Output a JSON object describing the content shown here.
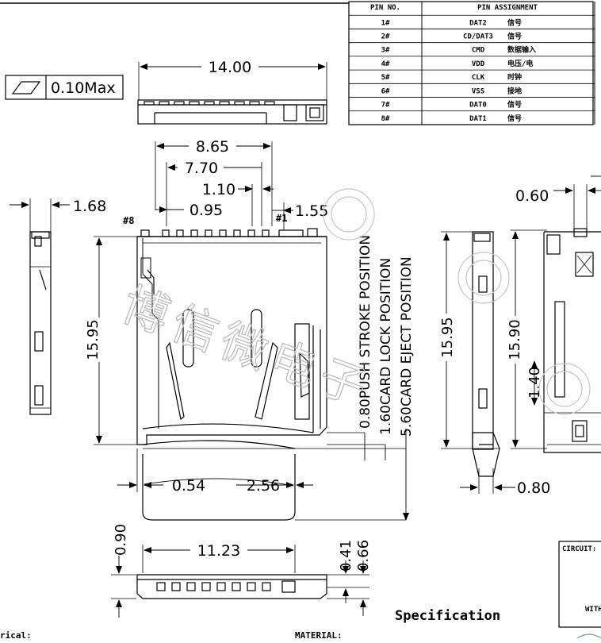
{
  "pin_table": {
    "header": [
      "PIN NO.",
      "PIN ASSIGNMENT"
    ],
    "rows": [
      {
        "no": "1#",
        "signal": "DAT2",
        "desc": "信号"
      },
      {
        "no": "2#",
        "signal": "CD/DAT3",
        "desc": "信号"
      },
      {
        "no": "3#",
        "signal": "CMD",
        "desc": "数据输入"
      },
      {
        "no": "4#",
        "signal": "VDD",
        "desc": "电压/电"
      },
      {
        "no": "5#",
        "signal": "CLK",
        "desc": "时钟"
      },
      {
        "no": "6#",
        "signal": "VSS",
        "desc": "接地"
      },
      {
        "no": "7#",
        "signal": "DAT0",
        "desc": "信号"
      },
      {
        "no": "8#",
        "signal": "DAT1",
        "desc": "信号"
      }
    ]
  },
  "flatness": {
    "value": "0.10Max"
  },
  "dimensions": {
    "top_width": "14.00",
    "d865": "8.65",
    "d770": "7.70",
    "d110": "1.10",
    "d095": "0.95",
    "d155": "1.55",
    "d168": "1.68",
    "d060": "0.60",
    "d1595_left": "15.95",
    "d1595_right": "15.95",
    "d1590": "15.90",
    "d140": "1.40",
    "d080": "0.80",
    "d054": "0.54",
    "d256": "2.56",
    "d1123": "11.23",
    "d090": "0.90",
    "d041": "0.41",
    "d066": "0.66"
  },
  "pin_marks": {
    "pin8": "#8",
    "pin1": "#1"
  },
  "positions": [
    "0.80PUSH STROKE POSITION",
    "1.60CARD LOCK POSITION",
    "5.60CARD EJECT POSITION"
  ],
  "watermark": "博信微电子",
  "specification": "Specification",
  "labels": {
    "circuit": "CIRCUIT:",
    "material": "MATERIAL:",
    "electrical": "rical:",
    "with_partial": "WITH"
  }
}
